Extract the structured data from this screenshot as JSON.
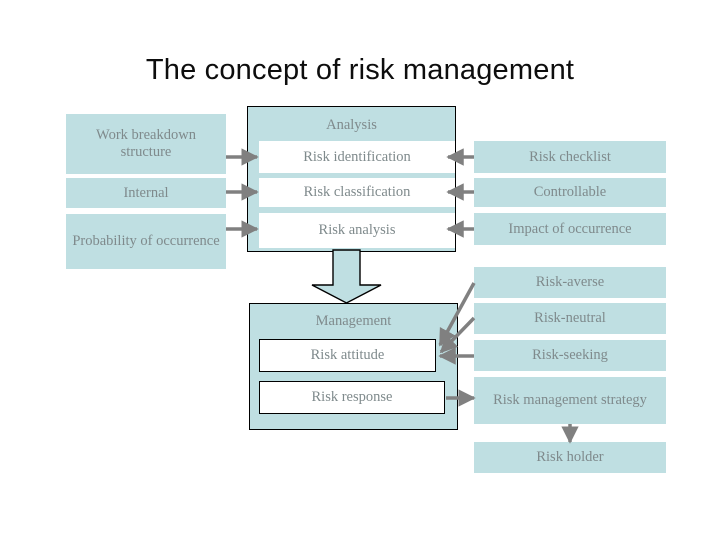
{
  "slide": {
    "title": "The concept of risk management",
    "background": "#ffffff",
    "box_fill": "#bfdfe2",
    "sub_box_fill": "#ffffff",
    "text_color": "#7f8a8c",
    "title_color": "#0d0d0d",
    "arrow_color": "#808080",
    "outline_color": "#000000"
  },
  "left_column": {
    "name": "inputs",
    "items": [
      {
        "label": "Work breakdown structure"
      },
      {
        "label": "Internal"
      },
      {
        "label": "Probability of occurrence"
      }
    ]
  },
  "analysis_group": {
    "header": "Analysis",
    "items": [
      {
        "label": "Risk identification"
      },
      {
        "label": "Risk classification"
      },
      {
        "label": "Risk analysis"
      }
    ]
  },
  "management_group": {
    "header": "Management",
    "items": [
      {
        "label": "Risk attitude"
      },
      {
        "label": "Risk response"
      }
    ]
  },
  "right_column_top": {
    "items": [
      {
        "label": "Risk checklist"
      },
      {
        "label": "Controllable"
      },
      {
        "label": "Impact of occurrence"
      }
    ]
  },
  "right_column_bottom": {
    "items": [
      {
        "label": "Risk-averse"
      },
      {
        "label": "Risk-neutral"
      },
      {
        "label": "Risk-seeking"
      },
      {
        "label": "Risk management strategy"
      },
      {
        "label": "Risk holder"
      }
    ]
  },
  "connectors": {
    "big_arrow_label": "analysis-to-management-arrow",
    "small_arrow_label": "strategy-to-holder-arrow"
  }
}
